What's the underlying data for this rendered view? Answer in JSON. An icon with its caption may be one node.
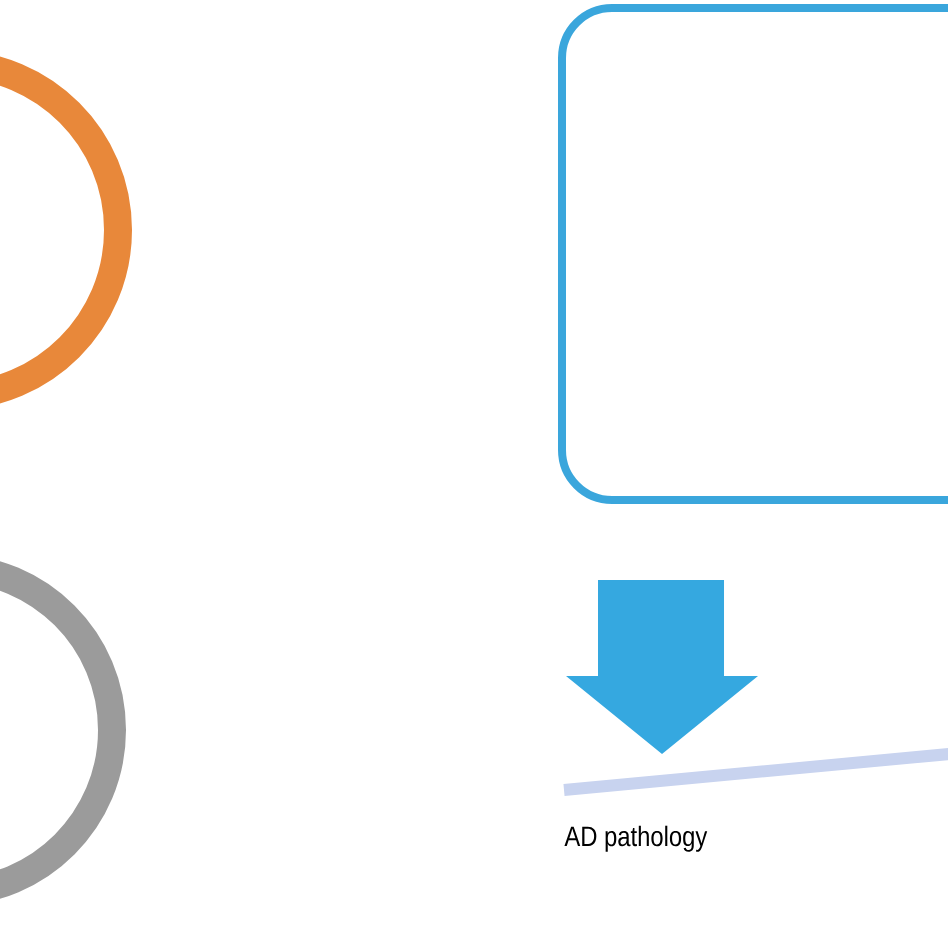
{
  "diagram": {
    "nodes": [
      {
        "text": [],
        "shape": "circle"
      },
      {
        "text": [],
        "shape": "circle"
      },
      {
        "text": [],
        "shape": "box"
      }
    ],
    "labels": [
      "AD pathology"
    ]
  }
}
